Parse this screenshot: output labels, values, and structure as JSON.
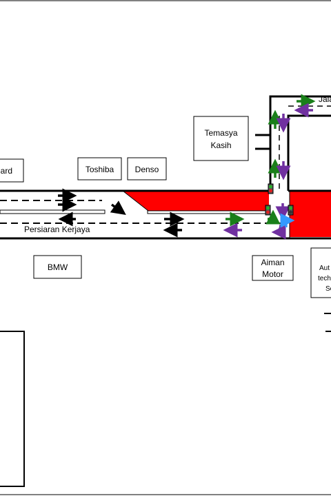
{
  "map": {
    "road_name_main": "Persiaran Kerjaya",
    "road_name_top": "Jala",
    "buildings": {
      "richard": "hard",
      "toshiba": "Toshiba",
      "denso": "Denso",
      "temasya_line1": "Temasya",
      "temasya_line2": "Kasih",
      "bmw": "BMW",
      "aiman_line1": "Aiman",
      "aiman_line2": "Motor",
      "auto_line1": "Aut",
      "auto_line2": "tech",
      "auto_line3": "Se"
    },
    "colors": {
      "blocked_zone": "#ff0000",
      "flow_green": "#1a7f1a",
      "flow_purple": "#7030a0",
      "flow_black": "#000000",
      "flow_cyan": "#3399ff",
      "road_edge": "#000000"
    },
    "icons": [
      "traffic-light-icon",
      "arrow-icon"
    ]
  }
}
